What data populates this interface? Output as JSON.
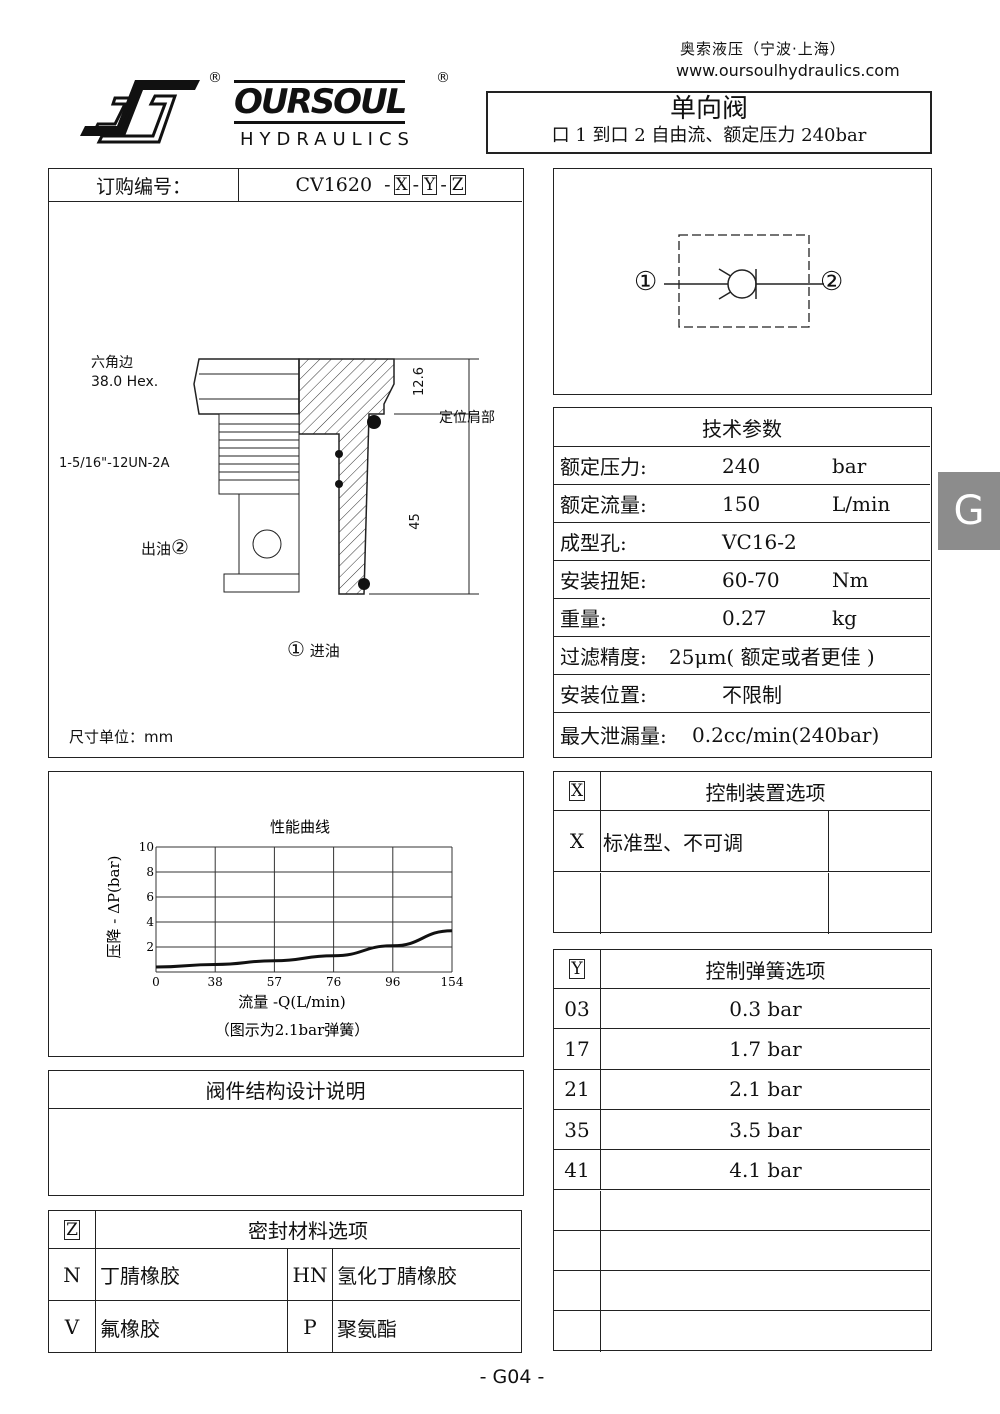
{
  "company": {
    "name_cn": "奥索液压（宁波·上海）",
    "website": "www.oursoulhydraulics.com",
    "brand": "OURSOUL",
    "brand_sub": "HYDRAULICS",
    "reg": "®"
  },
  "title": {
    "main": "单向阀",
    "sub": "口 1 到口 2 自由流、额定压力 240bar"
  },
  "order": {
    "label": "订购编号：",
    "code": "CV1620",
    "sep": "-",
    "x": "X",
    "y": "Y",
    "z": "Z"
  },
  "drawing": {
    "hex_label_cn": "六角边",
    "hex_label": "38.0 Hex.",
    "thread": "1-5/16\"-12UN-2A",
    "outlet": "出油",
    "outlet_port": "②",
    "inlet_port": "①",
    "inlet": "进油",
    "shoulder": "定位肩部",
    "dim_top": "12.6",
    "dim_len": "45",
    "units": "尺寸单位：mm"
  },
  "symbol": {
    "port1": "①",
    "port2": "②"
  },
  "tech": {
    "title": "技术参数",
    "rows": [
      {
        "label": "额定压力:",
        "value": "240",
        "unit": "bar"
      },
      {
        "label": "额定流量:",
        "value": "150",
        "unit": "L/min"
      },
      {
        "label": "成型孔:",
        "value": "VC16-2",
        "unit": ""
      },
      {
        "label": "安装扭矩:",
        "value": "60-70",
        "unit": "Nm"
      },
      {
        "label": "重量:",
        "value": "0.27",
        "unit": "kg"
      },
      {
        "label": "过滤精度:",
        "value": "25μm( 额定或者更佳 )",
        "unit": ""
      },
      {
        "label": "安装位置:",
        "value": "不限制",
        "unit": ""
      },
      {
        "label": "最大泄漏量:",
        "value": "0.2cc/min(240bar)",
        "unit": ""
      }
    ]
  },
  "side_tab": "G",
  "chart_data": {
    "type": "line",
    "title": "性能曲线",
    "xlabel": "流量 -Q(L/min)",
    "ylabel": "压降 - ΔP(bar)",
    "note": "（图示为2.1bar弹簧）",
    "x_ticks": [
      "0",
      "38",
      "57",
      "76",
      "96",
      "154"
    ],
    "y_ticks": [
      "2",
      "4",
      "6",
      "8",
      "10"
    ],
    "ylim": [
      0,
      10
    ],
    "grid": true,
    "series": [
      {
        "name": "2.1bar",
        "x": [
          0,
          38,
          57,
          76,
          96,
          154
        ],
        "y": [
          0.4,
          0.6,
          0.9,
          1.3,
          2.1,
          3.3
        ]
      }
    ]
  },
  "design": {
    "title": "阀件结构设计说明"
  },
  "seal": {
    "key": "Z",
    "title": "密封材料选项",
    "rows": [
      {
        "c1": "N",
        "n1": "丁腈橡胶",
        "c2": "HN",
        "n2": "氢化丁腈橡胶"
      },
      {
        "c1": "V",
        "n1": "氟橡胶",
        "c2": "P",
        "n2": "聚氨酯"
      }
    ]
  },
  "control": {
    "key": "X",
    "title": "控制装置选项",
    "rows": [
      {
        "code": "X",
        "desc": "标准型、不可调"
      },
      {
        "code": "",
        "desc": ""
      }
    ]
  },
  "spring": {
    "key": "Y",
    "title": "控制弹簧选项",
    "rows": [
      {
        "code": "03",
        "value": "0.3 bar"
      },
      {
        "code": "17",
        "value": "1.7 bar"
      },
      {
        "code": "21",
        "value": "2.1 bar"
      },
      {
        "code": "35",
        "value": "3.5 bar"
      },
      {
        "code": "41",
        "value": "4.1 bar"
      },
      {
        "code": "",
        "value": ""
      },
      {
        "code": "",
        "value": ""
      },
      {
        "code": "",
        "value": ""
      },
      {
        "code": "",
        "value": ""
      }
    ]
  },
  "footer": "- G04 -"
}
